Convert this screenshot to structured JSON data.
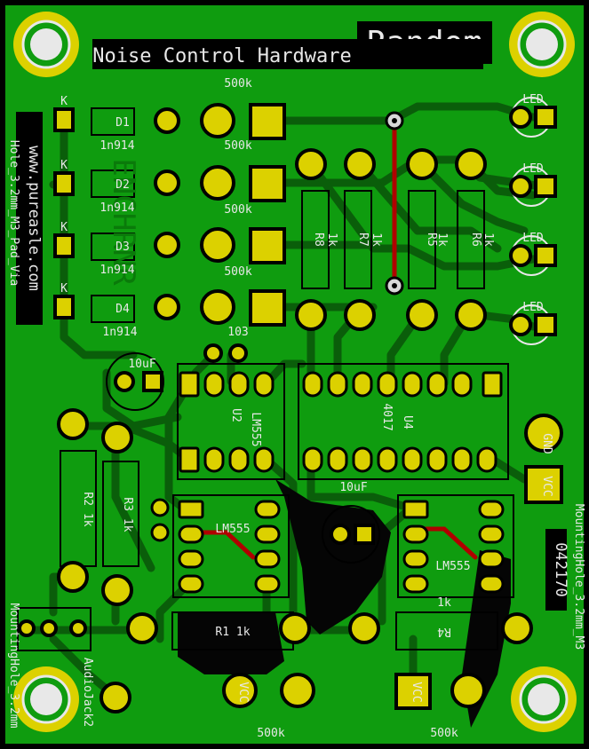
{
  "colors": {
    "board": "#0f9c0f",
    "copper": "#0c6a0c",
    "pad": "#dcd100",
    "via_ring": "#d8d8d8",
    "silk": "#e8e8e8",
    "black": "#000000",
    "trace_red": "#b00000"
  },
  "title": {
    "line1": "Random",
    "line2": "Noise Control Hardware"
  },
  "side_text": {
    "url": "www.pureasle.com",
    "left_vertical": "Hole_3.2mm_M3_Pad_Via",
    "right_vertical": "MountingHole_3.2mm_M3",
    "bottom_left_vertical": "MountingHole_3.2mm",
    "revision": "042170",
    "faint_logo": "ENCHRNR"
  },
  "diodes": [
    {
      "ref": "D1",
      "value": "1n914",
      "kathode": "K"
    },
    {
      "ref": "D2",
      "value": "1n914",
      "kathode": "K"
    },
    {
      "ref": "D3",
      "value": "1n914",
      "kathode": "K"
    },
    {
      "ref": "D4",
      "value": "1n914",
      "kathode": "K"
    }
  ],
  "pots": [
    "500k",
    "500k",
    "500k",
    "500k"
  ],
  "pot_bottom": [
    "500k",
    "500k"
  ],
  "resistors": {
    "r1": "R1 1k",
    "r2": "R2 1k",
    "r3": "R3 1k",
    "r4": "R4",
    "r4_value": "1k",
    "r5": "R5",
    "r6": "R6",
    "r7": "R7",
    "r8": "R8",
    "r5_value": "1k",
    "r8_value": "1k",
    "r7_value": "1k",
    "r6_value": "1k"
  },
  "leds": [
    "LED",
    "LED",
    "LED",
    "LED"
  ],
  "caps": {
    "c1": "10uF",
    "c2": "10uF",
    "c3": "103"
  },
  "ics": {
    "u2": "U2",
    "u2_part": "LM555",
    "u4": "U4",
    "u4_part": "4017",
    "lm555_a": "LM555",
    "lm555_b": "LM555"
  },
  "power": {
    "gnd": "GND",
    "vcc": "VCC",
    "vcc_a": "VCC",
    "vcc_b": "VCC"
  },
  "audio": {
    "label": "AudioJack2"
  }
}
